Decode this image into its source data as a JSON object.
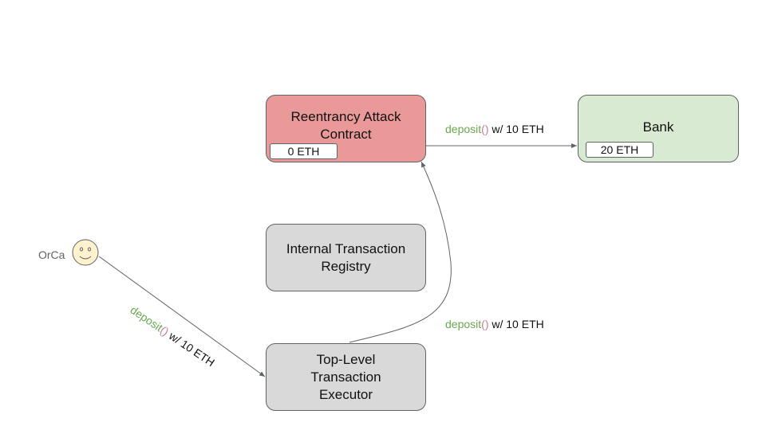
{
  "nodes": {
    "attack_contract": {
      "label": "Reentrancy Attack Contract",
      "balance": "0 ETH"
    },
    "bank": {
      "label": "Bank",
      "balance": "20 ETH"
    },
    "registry": {
      "label": "Internal Transaction Registry"
    },
    "executor": {
      "label": "Top-Level Transaction Executor"
    }
  },
  "actor": {
    "name": "OrCa",
    "icon": "smiley-face-icon"
  },
  "edges": {
    "attack_to_bank": {
      "fn": "deposit",
      "parens": "()",
      "rest": " w/ 10 ETH"
    },
    "executor_to_attack": {
      "fn": "deposit",
      "parens": "()",
      "rest": " w/ 10 ETH"
    },
    "orca_to_executor": {
      "fn": "deposit",
      "parens": "()",
      "rest": " w/ 10 ETH"
    }
  },
  "colors": {
    "attack_fill": "#ea9999",
    "bank_fill": "#d9ead3",
    "neutral_fill": "#d9d9d9",
    "function_text": "#6aa84f",
    "paren_text": "#c27ba0",
    "smiley_fill": "#fff2cc"
  }
}
